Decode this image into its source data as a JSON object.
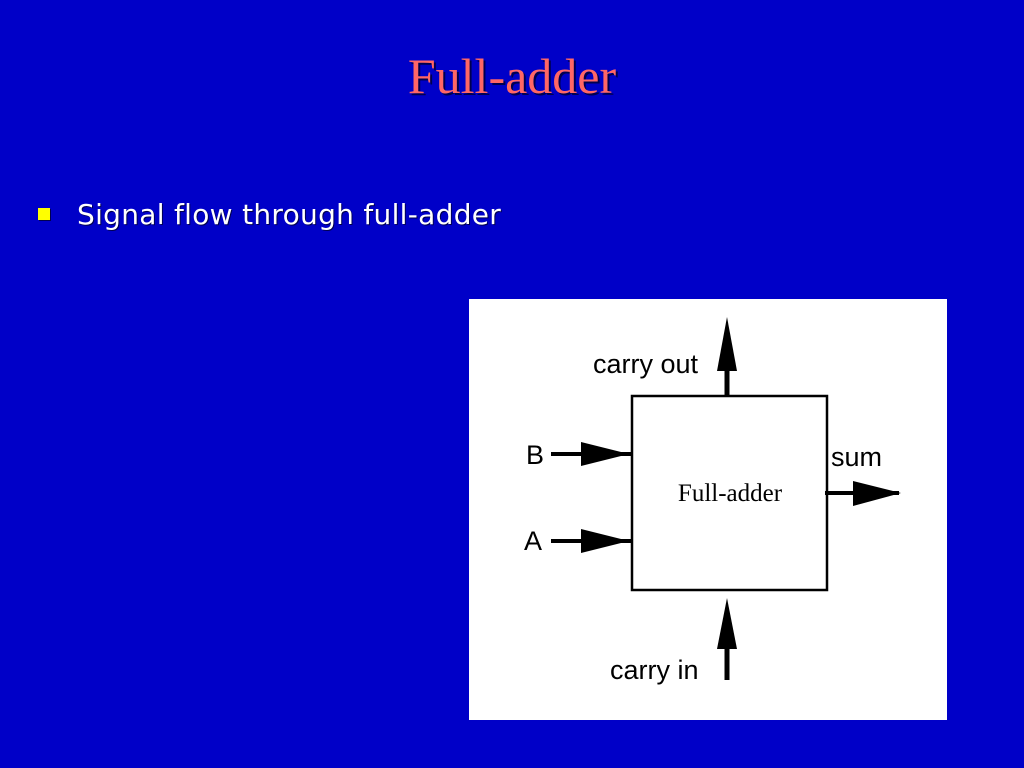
{
  "slide": {
    "title": "Full-adder",
    "bullets": [
      {
        "text": "Signal flow through full-adder"
      }
    ]
  },
  "diagram": {
    "block_label": "Full-adder",
    "inputs": {
      "b": "B",
      "a": "A",
      "carry_in": "carry in"
    },
    "outputs": {
      "carry_out": "carry out",
      "sum": "sum"
    }
  },
  "colors": {
    "background": "#0000C8",
    "title": "#FF6666",
    "bullet_marker": "#FFFF00",
    "bullet_text": "#FFFFFF",
    "panel": "#FFFFFF",
    "ink": "#000000"
  }
}
